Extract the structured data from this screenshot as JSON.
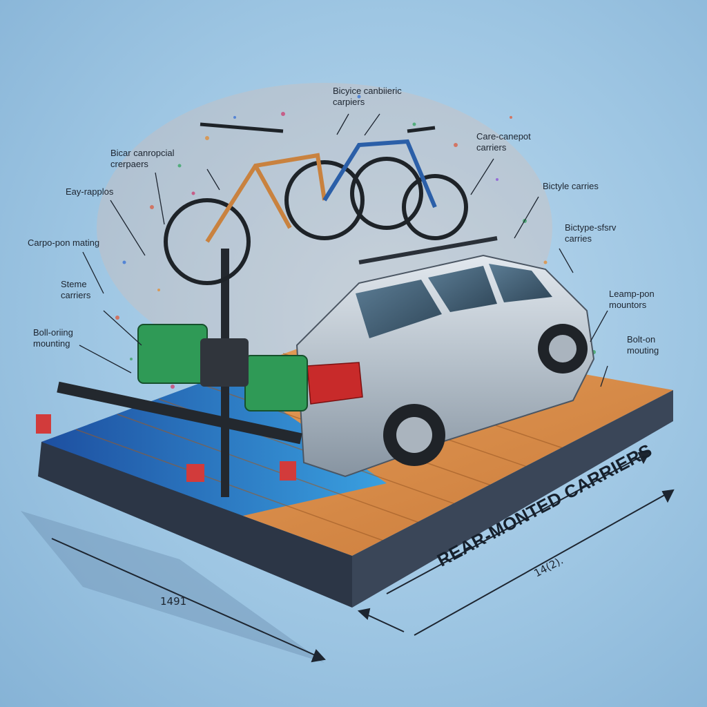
{
  "callouts": [
    {
      "id": "top-center",
      "lines": [
        "Bicyice canbiieric",
        "carpiers"
      ]
    },
    {
      "id": "top-left",
      "lines": [
        "Bicar canropcial",
        "crerpaers"
      ]
    },
    {
      "id": "top-right",
      "lines": [
        "Care-canepot",
        "carriers"
      ]
    },
    {
      "id": "left-1",
      "lines": [
        "Eay-rapplos"
      ]
    },
    {
      "id": "right-1",
      "lines": [
        "Bictyle carries"
      ]
    },
    {
      "id": "left-2",
      "lines": [
        "Carpo-pon mating"
      ]
    },
    {
      "id": "right-2",
      "lines": [
        "Bictype-sfsrv",
        "carries"
      ]
    },
    {
      "id": "left-3",
      "lines": [
        "Steme",
        "carriers"
      ]
    },
    {
      "id": "right-3",
      "lines": [
        "Leamp-pon",
        "mountors"
      ]
    },
    {
      "id": "left-4",
      "lines": [
        "Boll-oriing",
        "mounting"
      ]
    },
    {
      "id": "right-4",
      "lines": [
        "Bolt-on",
        "mouting"
      ]
    }
  ],
  "platform_label": "REAR-MONTED CARRIERS",
  "dimensions": {
    "left": "1491",
    "right": "14(2)."
  }
}
